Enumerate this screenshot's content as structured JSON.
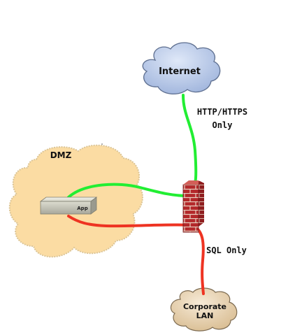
{
  "nodes": {
    "internet": {
      "label": "Internet"
    },
    "dmz": {
      "label": "DMZ"
    },
    "app": {
      "label": "App"
    },
    "corporate_lan": {
      "line1": "Corporate",
      "line2": "LAN"
    }
  },
  "edges": {
    "internet_link": {
      "line1": "HTTP/HTTPS",
      "line2": "Only"
    },
    "sql_link": {
      "label": "SQL Only"
    }
  },
  "colors": {
    "allowed_traffic": "#22ee33",
    "restricted_traffic": "#ee3322",
    "internet_cloud": "#b3c6e6",
    "dmz_cloud": "#fbdca3",
    "lan_cloud": "#e8d3b1",
    "firewall_brick": "#b3282a"
  }
}
